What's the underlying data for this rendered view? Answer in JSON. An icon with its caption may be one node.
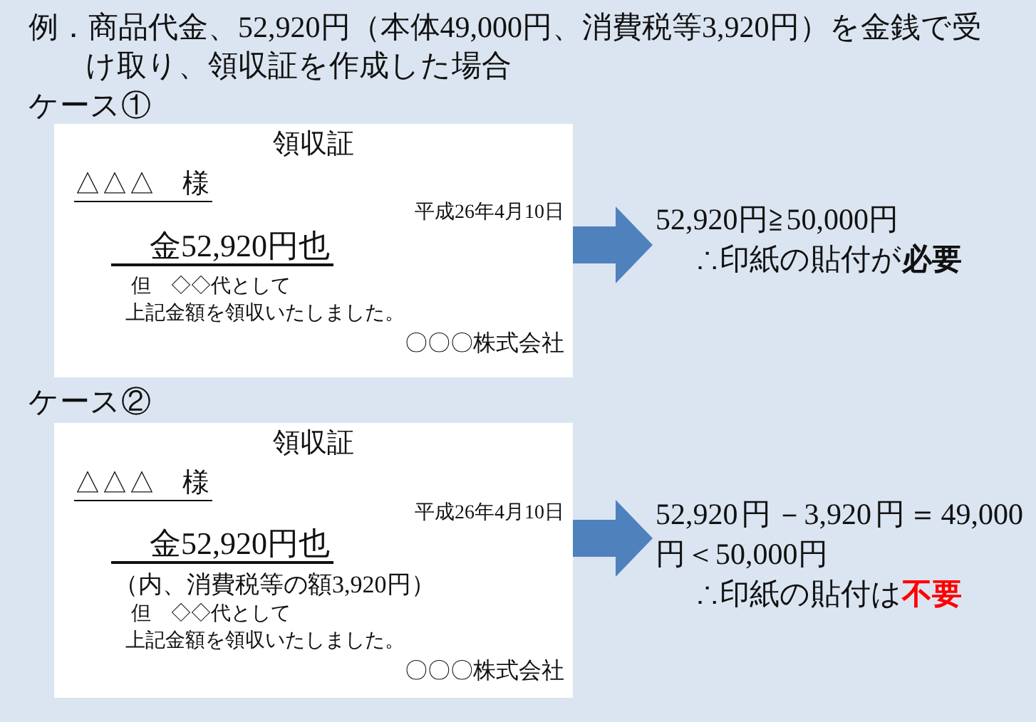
{
  "diagram": {
    "title": "例．商品代金、52,920円（本体49,000円、消費税等3,920円）を金銭で受け取り、領収証を作成した場合",
    "nodes": [
      {
        "text": [
          "領収証",
          "△△△　様",
          "平成26年4月10日",
          "金52,920円也",
          "但　◇◇代として",
          "上記金額を領収いたしました。",
          "〇〇〇株式会社"
        ]
      },
      {
        "text": [
          "52,920円≧50,000円",
          "∴印紙の貼付が**必要**"
        ]
      },
      {
        "text": [
          "領収証",
          "△△△　様",
          "平成26年4月10日",
          "金52,920円也",
          "（内、消費税等の額3,920円）",
          "但　◇◇代として",
          "上記金額を領収いたしました。",
          "〇〇〇株式会社"
        ]
      },
      {
        "text": [
          "52,920円－3,920円＝49,000円＜50,000円",
          "∴印紙の貼付は**不要**"
        ]
      }
    ],
    "edges": [
      {
        "from": 0,
        "to": 1,
        "arrow": "to"
      },
      {
        "from": 2,
        "to": 3,
        "arrow": "to"
      }
    ],
    "labels": [
      "ケース①",
      "ケース②"
    ]
  }
}
